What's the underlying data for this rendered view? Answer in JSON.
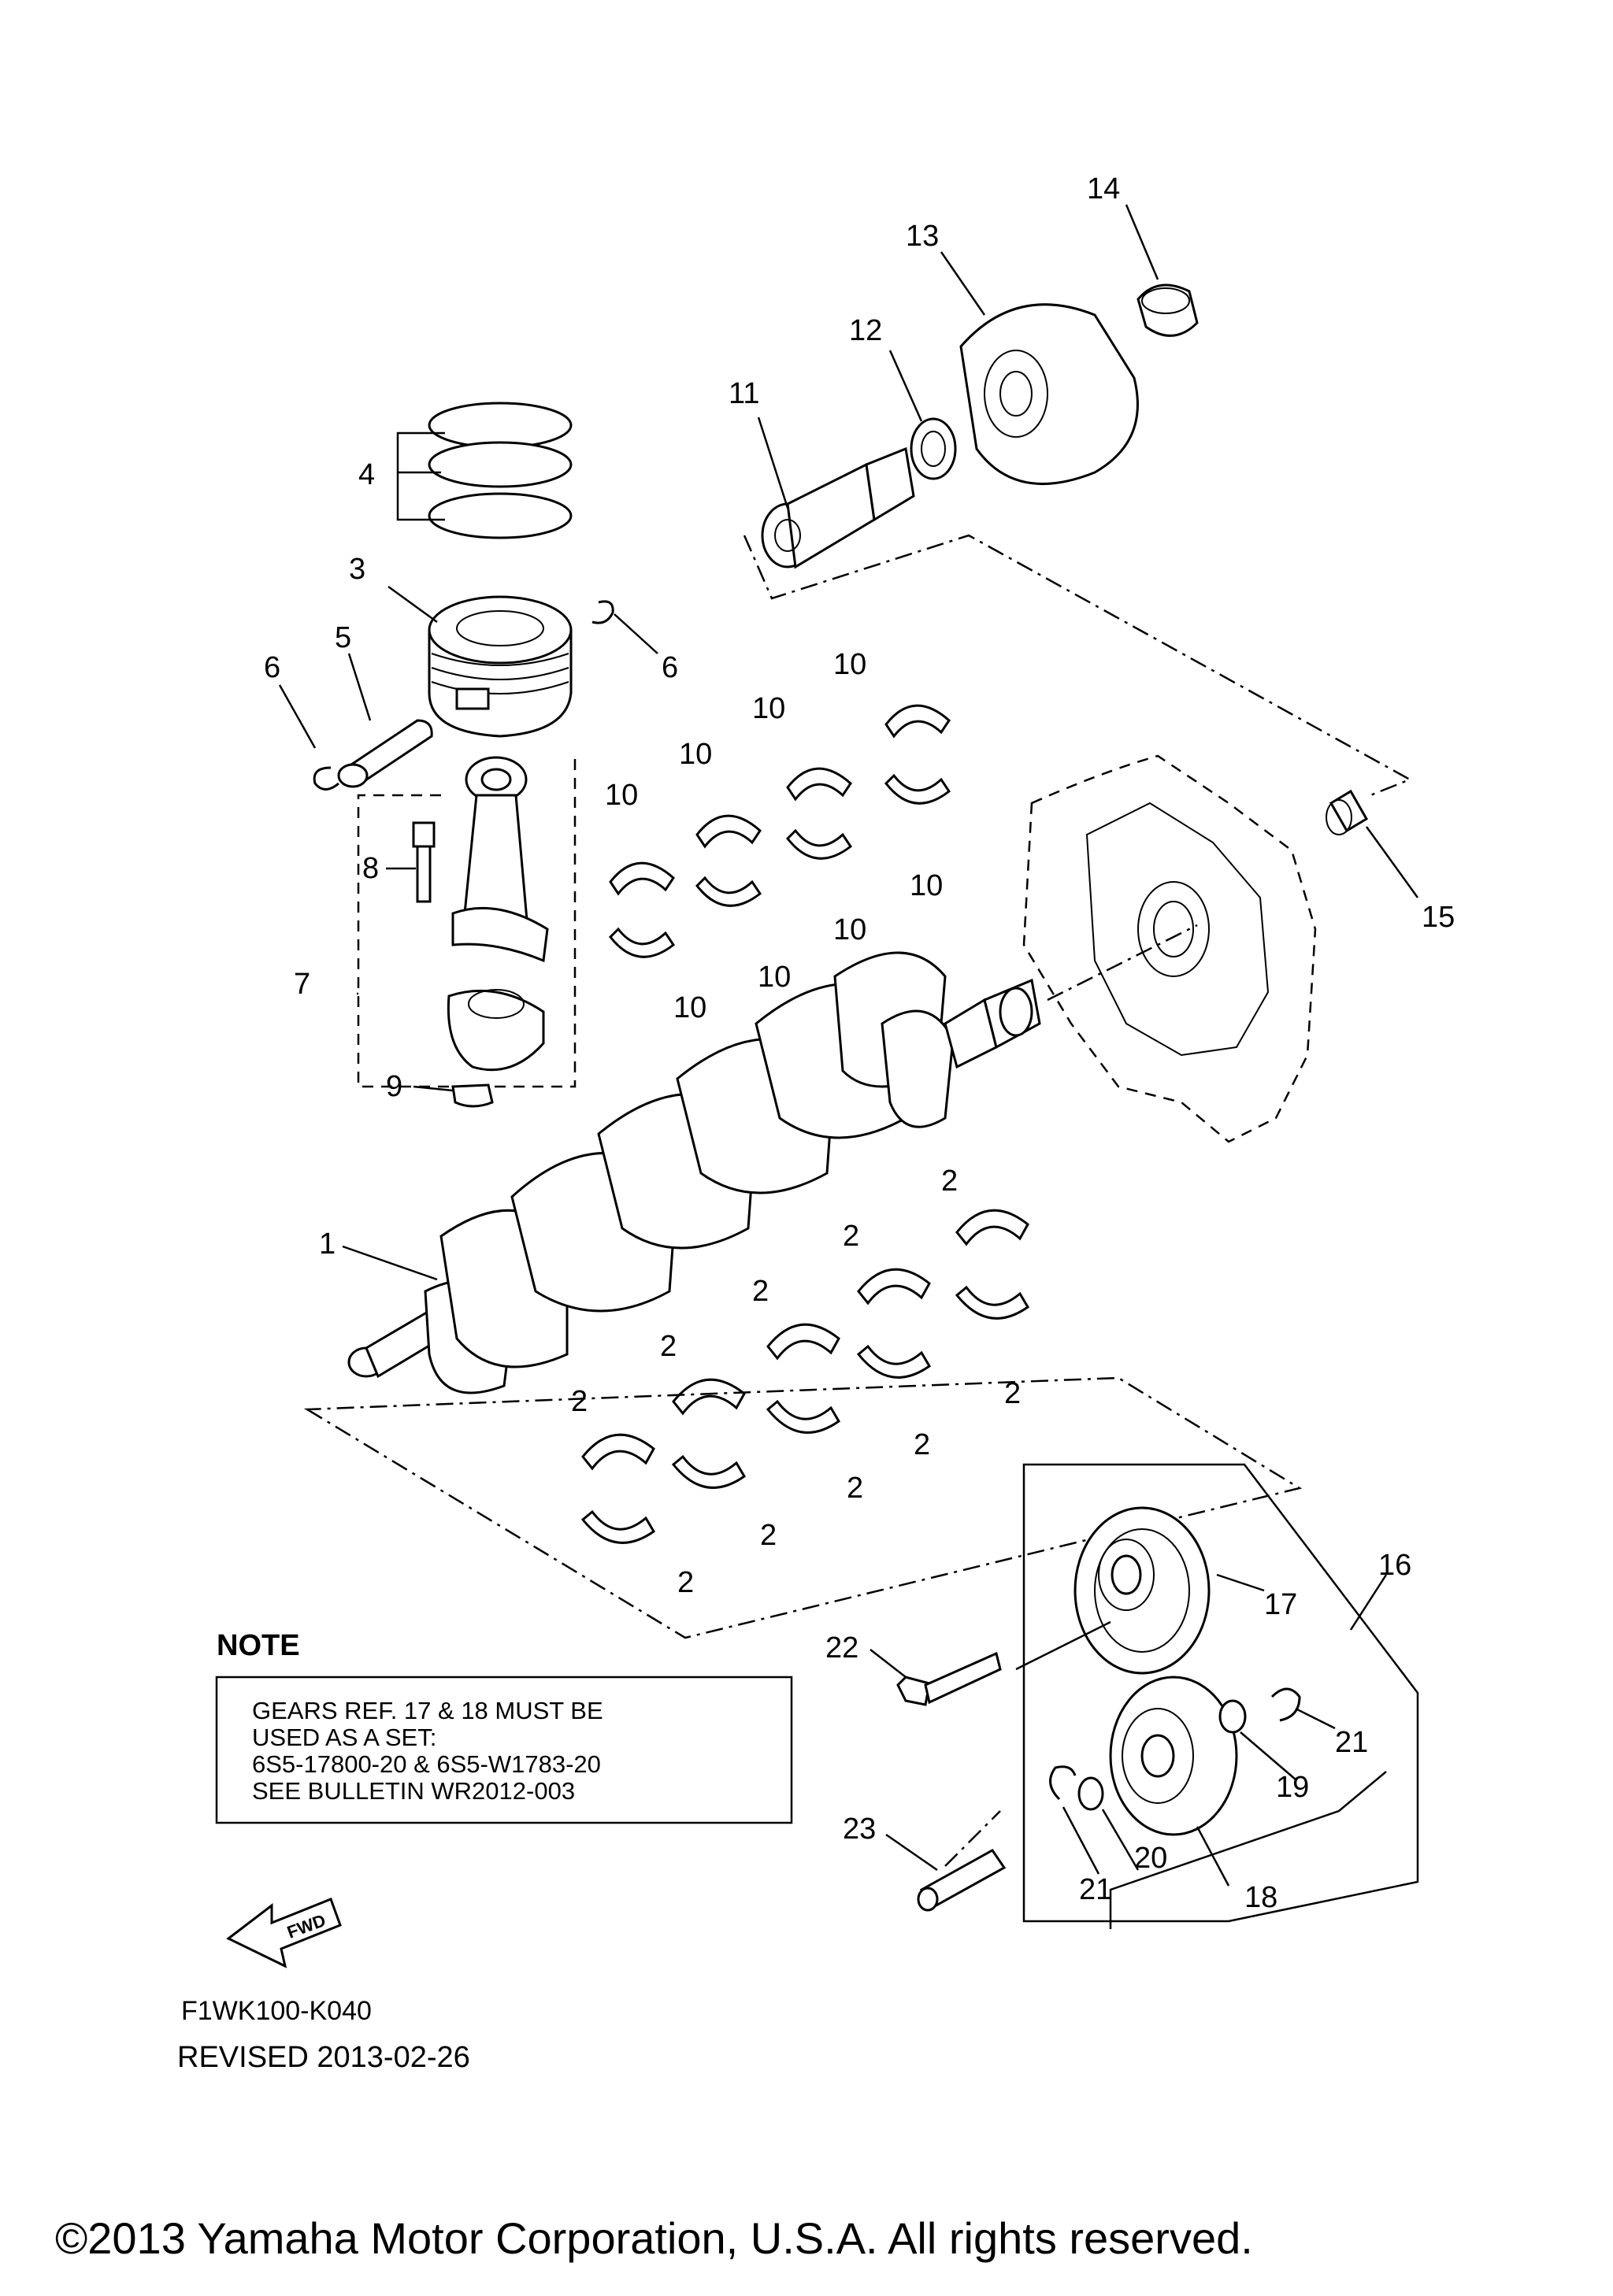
{
  "callouts": {
    "c1": "1",
    "c2": "2",
    "c3": "3",
    "c4": "4",
    "c5": "5",
    "c6": "6",
    "c7": "7",
    "c8": "8",
    "c9": "9",
    "c10": "10",
    "c11": "11",
    "c12": "12",
    "c13": "13",
    "c14": "14",
    "c15": "15",
    "c16": "16",
    "c17": "17",
    "c18": "18",
    "c19": "19",
    "c20": "20",
    "c21": "21",
    "c22": "22",
    "c23": "23"
  },
  "note": {
    "title": "NOTE",
    "lines": [
      "GEARS REF. 17 & 18 MUST BE",
      "USED AS A SET:",
      "6S5-17800-20 & 6S5-W1783-20",
      "SEE BULLETIN WR2012-003"
    ]
  },
  "fwd_label": "FWD",
  "diagram_code": "F1WK100-K040",
  "revised": "REVISED 2013-02-26",
  "copyright": "©2013 Yamaha Motor Corporation, U.S.A. All rights reserved."
}
